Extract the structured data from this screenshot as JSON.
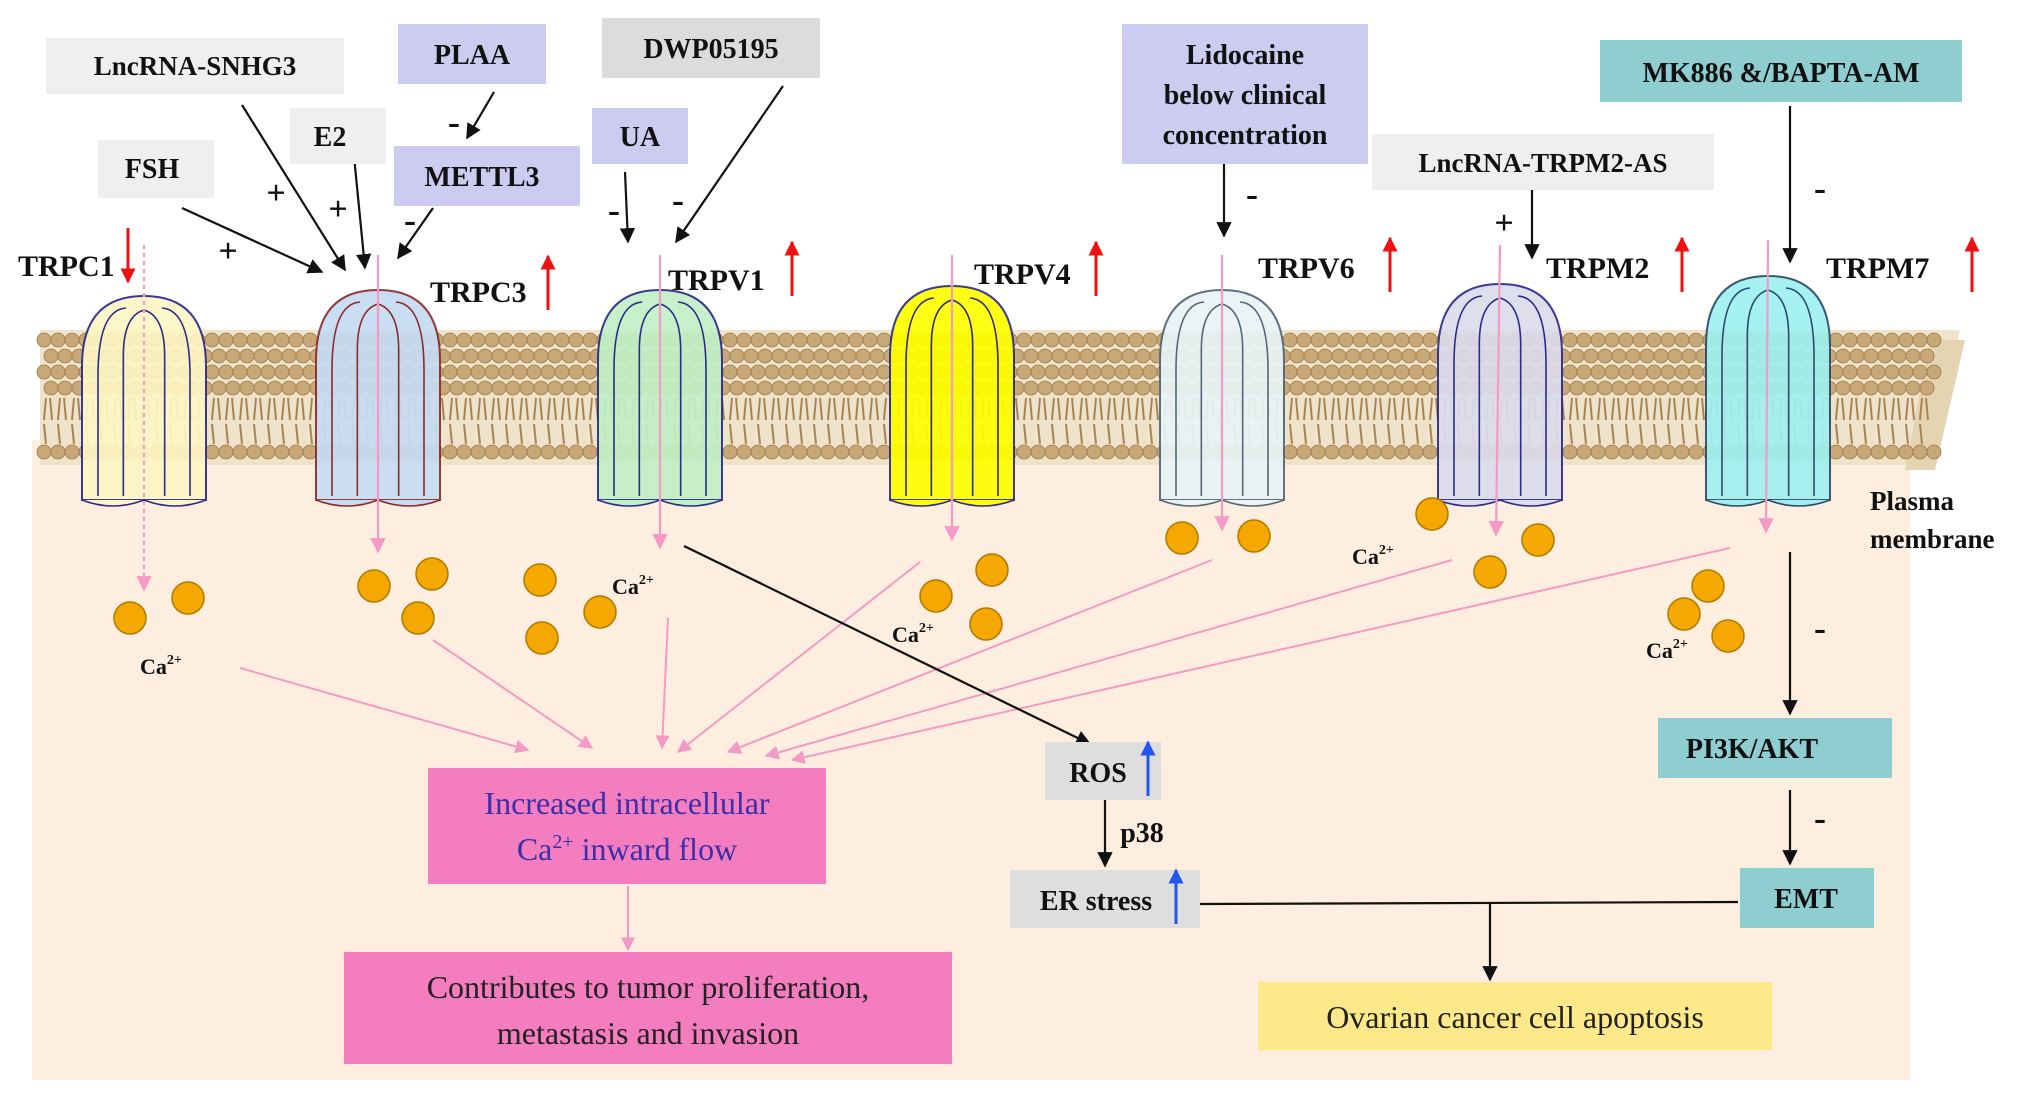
{
  "regulators": {
    "snhg3": "LncRNA-SNHG3",
    "plaa": "PLAA",
    "dwp": "DWP05195",
    "e2": "E2",
    "mettl3": "METTL3",
    "ua": "UA",
    "fsh": "FSH",
    "lidocaine_1": "Lidocaine",
    "lidocaine_2": "below clinical",
    "lidocaine_3": "concentration",
    "trpm2as": "LncRNA-TRPM2-AS",
    "mk886": "MK886 &/BAPTA-AM"
  },
  "channels": {
    "trpc1": "TRPC1",
    "trpc3": "TRPC3",
    "trpv1": "TRPV1",
    "trpv4": "TRPV4",
    "trpv6": "TRPV6",
    "trpm2": "TRPM2",
    "trpm7": "TRPM7"
  },
  "signs": {
    "plus": "+",
    "minus": "-"
  },
  "membrane": {
    "line1": "Plasma",
    "line2": "membrane"
  },
  "ion": {
    "base": "Ca",
    "charge": "2+"
  },
  "pathway": {
    "ros": "ROS",
    "p38": "p38",
    "er_stress": "ER stress",
    "pi3k": "PI3K/AKT",
    "emt": "EMT"
  },
  "outcomes": {
    "increased_1": "Increased intracellular",
    "increased_2a": "Ca",
    "increased_2sup": "2+",
    "increased_2b": " inward flow",
    "tumor_1": "Contributes to tumor proliferation,",
    "tumor_2": "metastasis and invasion",
    "apoptosis": "Ovarian cancer cell apoptosis"
  },
  "colors": {
    "cytoplasm": "#fdeee0",
    "membrane_head": "#c9a877",
    "pink_arrow": "#f39bc6",
    "calcium": "#f5a800",
    "up_red": "#ee1111",
    "up_blue": "#2255ee",
    "teal_box": "#8ecdd0",
    "lavender_box": "#ccccf0",
    "grey_box": "#e2e2e2",
    "pink_box": "#f47dc0",
    "yellow_box": "#fde98a"
  }
}
